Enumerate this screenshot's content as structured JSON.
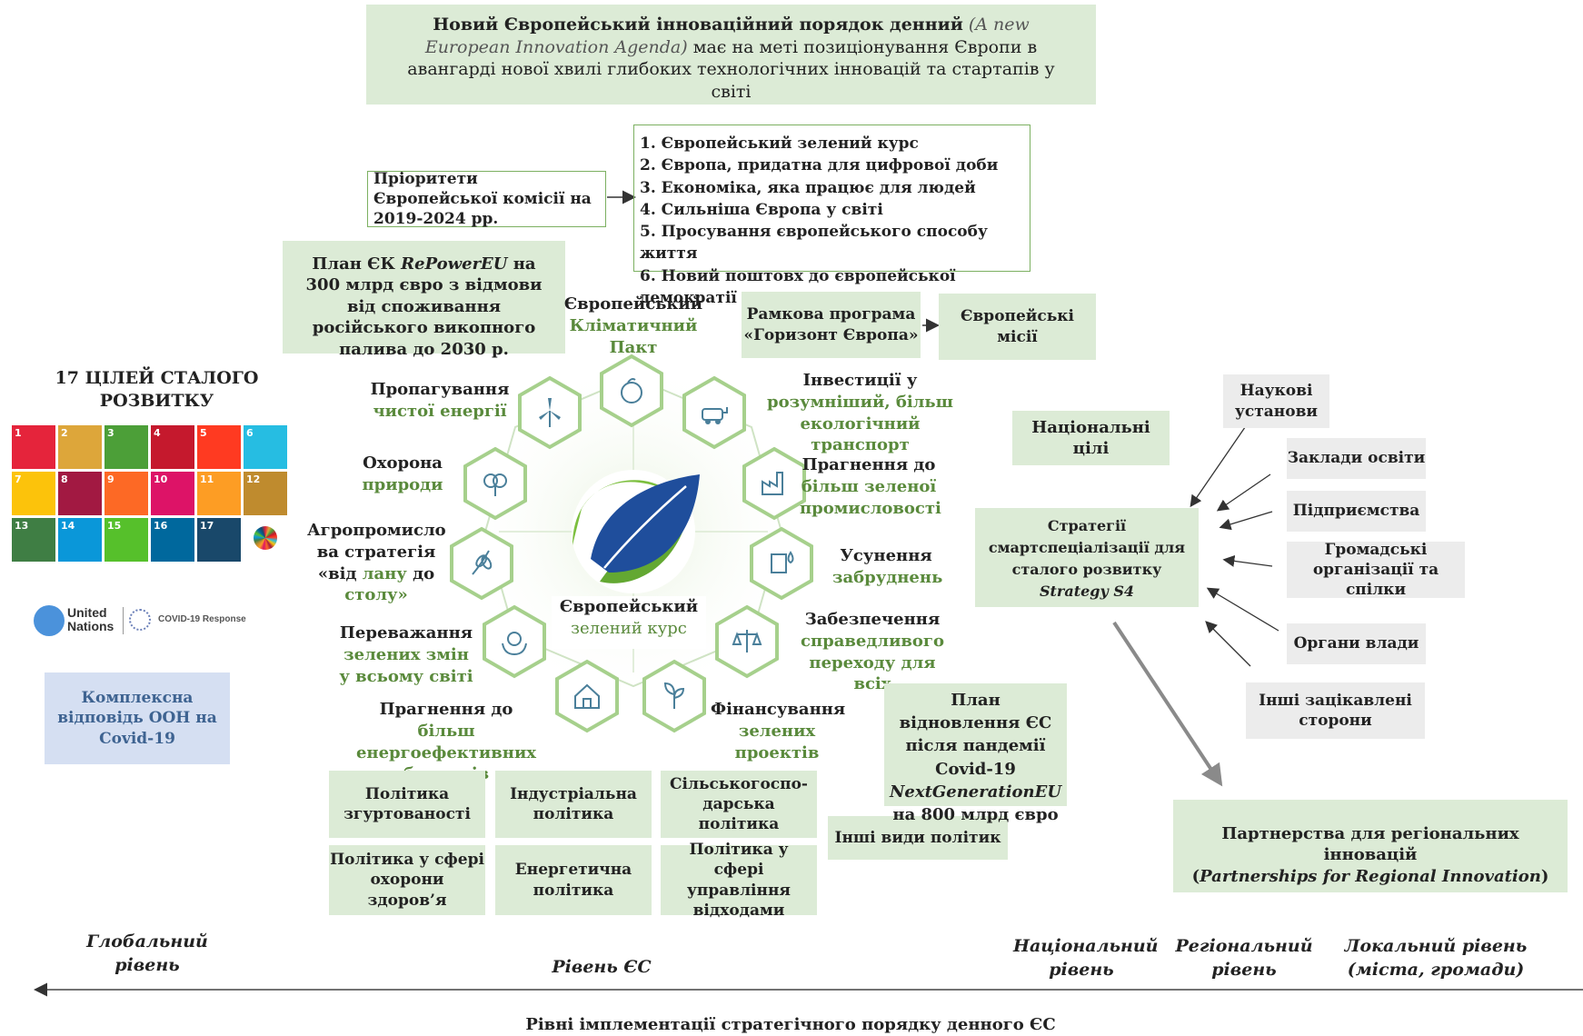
{
  "header": {
    "bold": "Новий Європейський інноваційний порядок денний",
    "italic": "(A new European Innovation Agenda)",
    "rest": "має на меті позиціонування Європи в авангарді нової хвилі глибоких технологічних інновацій та стартапів у світі"
  },
  "priorities": {
    "label": "Пріоритети Європейської комісії на 2019-2024 рр.",
    "items": [
      "1. Європейський зелений курс",
      "2. Європа, придатна для цифрової доби",
      "3. Економіка, яка працює для людей",
      "4. Сильніша Європа у світі",
      "5. Просування європейського способу життя",
      "6. Новий поштовх до європейської демократії"
    ]
  },
  "repower": {
    "pre": "План ЄК ",
    "name": "RePowerEU",
    "post": " на 300 млрд євро з відмови від споживання російського викопного палива до 2030 р."
  },
  "horizon": {
    "label": "Рамкова програма «Горизонт Європа»",
    "missions": "Європейські місії"
  },
  "sdg": {
    "title": "17 ЦІЛЕЙ СТАЛОГО РОЗВИТКУ",
    "un_label": "United Nations",
    "covid_label": "COVID-19 Response",
    "tiles": [
      {
        "n": "1",
        "color": "#e5243b"
      },
      {
        "n": "2",
        "color": "#dda63a"
      },
      {
        "n": "3",
        "color": "#4c9f38"
      },
      {
        "n": "4",
        "color": "#c5192d"
      },
      {
        "n": "5",
        "color": "#ff3a21"
      },
      {
        "n": "6",
        "color": "#26bde2"
      },
      {
        "n": "7",
        "color": "#fcc30b"
      },
      {
        "n": "8",
        "color": "#a21942"
      },
      {
        "n": "9",
        "color": "#fd6925"
      },
      {
        "n": "10",
        "color": "#dd1367"
      },
      {
        "n": "11",
        "color": "#fd9d24"
      },
      {
        "n": "12",
        "color": "#bf8b2e"
      },
      {
        "n": "13",
        "color": "#3f7e44"
      },
      {
        "n": "14",
        "color": "#0a97d9"
      },
      {
        "n": "15",
        "color": "#56c02b"
      },
      {
        "n": "16",
        "color": "#00689d"
      },
      {
        "n": "17",
        "color": "#19486a"
      }
    ]
  },
  "un_response": "Комплексна відповідь ООН на Covid-19",
  "wheel": {
    "center_title": "Європейський",
    "center_sub": "зелений курс",
    "climate_pact": {
      "black": "Європейський",
      "green": "Кліматичний Пакт"
    },
    "clean_energy": {
      "black": "Пропагування",
      "green": "чистої енергії"
    },
    "transport": {
      "black": "Інвестиції у",
      "green": "розумніший, більш екологічний транспорт"
    },
    "nature": {
      "black": "Охорона",
      "green": "природи"
    },
    "industry": {
      "black": "Прагнення до",
      "green": "більш зеленої промисловості"
    },
    "farm": {
      "a": "Агропромисло ва стратегія «від ",
      "g1": "лану",
      "b": " до",
      "g2": "столу»"
    },
    "pollution": {
      "black": "Усунення",
      "green": "забруднень"
    },
    "global": {
      "black": "Переважання",
      "green": "зелених змін у всьому світі"
    },
    "just": {
      "black": "Забезпечення",
      "green": "справедливого переходу для всіх"
    },
    "buildings": {
      "black": "Прагнення до ",
      "green1": "більш",
      "green2": "енергоефективних будинків"
    },
    "finance": {
      "black": "Фінансування",
      "green": "зелених проектів"
    }
  },
  "policies": [
    "Політика згуртованості",
    "Індустріальна політика",
    "Сільськогоспо-дарська політика",
    "Політика у сфері охорони здоров’я",
    "Енергетична політика",
    "Політика у сфері управління відходами"
  ],
  "other_policies": "Інші види політик",
  "next_gen": {
    "line1": "План відновлення ЄС після пандемії Covid-19",
    "name": "NextGenerationEU",
    "line2": "на 800 млрд євро"
  },
  "national_goals": "Національні цілі",
  "s4": {
    "text": "Стратегії смартспеціалізації для сталого розвитку",
    "name": "Strategy S4"
  },
  "stakeholders": [
    "Наукові установи",
    "Заклади освіти",
    "Підприємства",
    "Громадські організації та спілки",
    "Органи влади",
    "Інші зацікавлені сторони"
  ],
  "partnerships": {
    "text": "Партнерства для регіональних інновацій",
    "name": "Partnerships for Regional Innovation"
  },
  "levels": {
    "global": "Глобальний рівень",
    "eu": "Рівень ЄС",
    "national": "Національний рівень",
    "regional": "Регіональний рівень",
    "local": "Локальний рівень (міста, громади)"
  },
  "axis_title": "Рівні імплементації стратегічного порядку денного ЄС"
}
